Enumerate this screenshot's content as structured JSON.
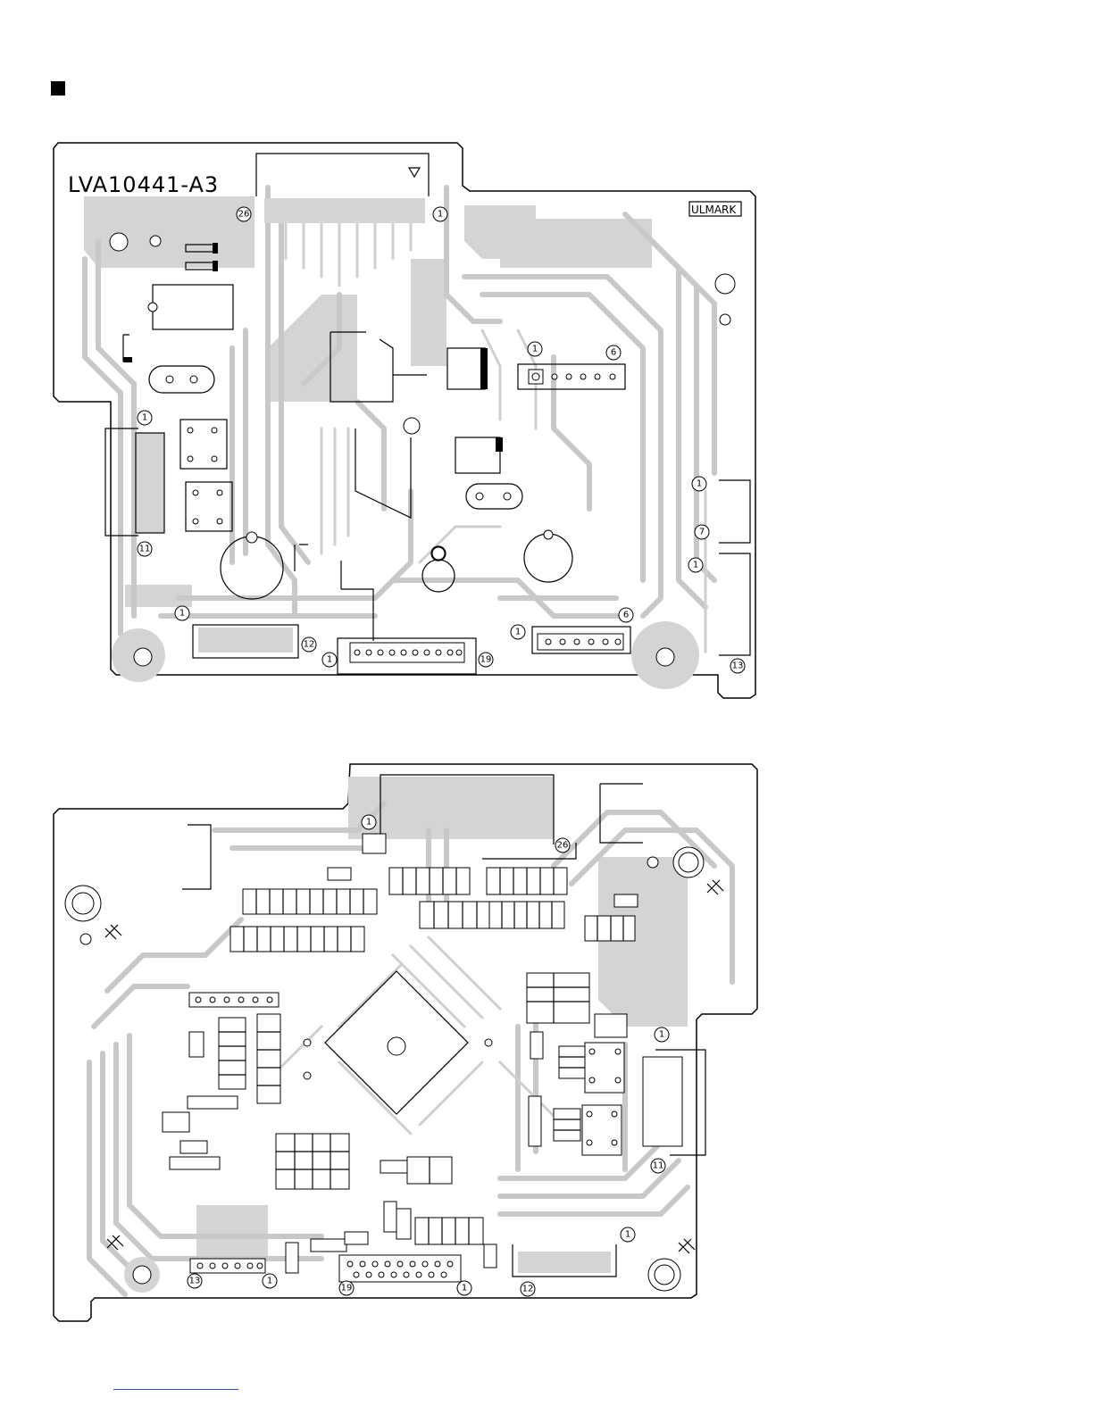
{
  "board_id": "LVA10441-A3",
  "marking": "ULMARK",
  "pin_labels": {
    "top_connector_a_end": "26",
    "top_connector_a_start": "1",
    "top_connector_b_start": "1",
    "top_connector_b_end": "6",
    "top_left_conn_start": "1",
    "top_left_conn_end": "11",
    "top_right_conn_start": "1",
    "top_right_conn_mid": "7",
    "top_right_conn_end": "1",
    "top_right_conn_last": "13",
    "top_bottom_conn_a_start": "1",
    "top_bottom_conn_a_end": "12",
    "top_bottom_conn_b_start": "1",
    "top_bottom_conn_b_end": "19",
    "top_bottom_conn_c_start": "1",
    "top_bottom_conn_c_end": "6",
    "bot_top_conn_start": "1",
    "bot_top_conn_end": "26",
    "bot_right_conn_start": "1",
    "bot_right_conn_end": "11",
    "bot_bottom_conn_a_start": "13",
    "bot_bottom_conn_a_end": "1",
    "bot_bottom_conn_b_start": "19",
    "bot_bottom_conn_b_end": "1",
    "bot_bottom_conn_c_start": "12",
    "bot_bottom_conn_c_end": "1"
  },
  "colors": {
    "ink": "#000000",
    "copper": "#c8c8c8",
    "link": "#2a4bd0"
  }
}
